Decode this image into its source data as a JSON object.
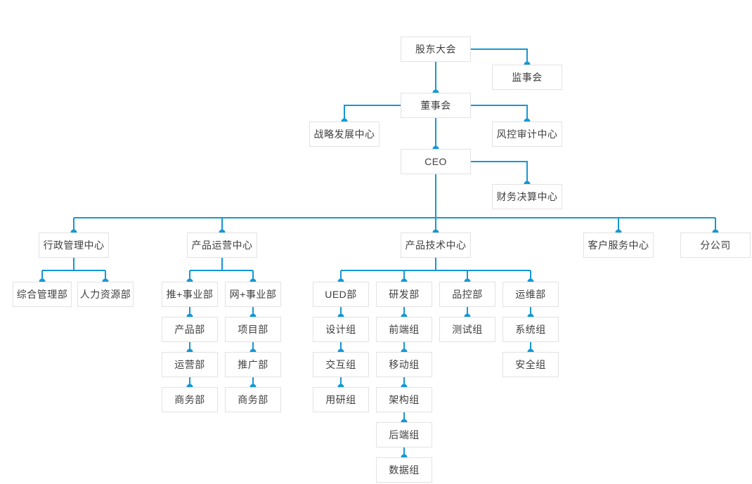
{
  "diagram": {
    "type": "org-chart",
    "colors": {
      "line": "#1697d4",
      "dot": "#1697d4",
      "node_border": "#e2e2e2",
      "node_background": "#ffffff",
      "text": "#3f3f3f",
      "background": "#ffffff"
    },
    "nodes": {
      "shareholders_meeting": {
        "label": "股东大会"
      },
      "supervisory_board": {
        "label": "监事会"
      },
      "board_of_directors": {
        "label": "董事会"
      },
      "strategy_center": {
        "label": "战略发展中心"
      },
      "risk_audit_center": {
        "label": "风控审计中心"
      },
      "ceo": {
        "label": "CEO"
      },
      "finance_center": {
        "label": "财务决算中心"
      },
      "admin_center": {
        "label": "行政管理中心"
      },
      "product_ops_center": {
        "label": "产品运营中心"
      },
      "product_tech_center": {
        "label": "产品技术中心"
      },
      "customer_service_center": {
        "label": "客户服务中心"
      },
      "branch_company": {
        "label": "分公司"
      },
      "general_mgmt_dept": {
        "label": "综合管理部"
      },
      "hr_dept": {
        "label": "人力资源部"
      },
      "tui_division": {
        "label": "推+事业部"
      },
      "wang_division": {
        "label": "网+事业部"
      },
      "ued_dept": {
        "label": "UED部"
      },
      "rd_dept": {
        "label": "研发部"
      },
      "qc_dept": {
        "label": "品控部"
      },
      "ops_dept": {
        "label": "运维部"
      },
      "product_dept": {
        "label": "产品部"
      },
      "operation_dept": {
        "label": "运营部"
      },
      "business_dept_1": {
        "label": "商务部"
      },
      "project_dept": {
        "label": "项目部"
      },
      "promotion_dept": {
        "label": "推广部"
      },
      "business_dept_2": {
        "label": "商务部"
      },
      "design_group": {
        "label": "设计组"
      },
      "interaction_group": {
        "label": "交互组"
      },
      "user_research_group": {
        "label": "用研组"
      },
      "frontend_group": {
        "label": "前端组"
      },
      "mobile_group": {
        "label": "移动组"
      },
      "architecture_group": {
        "label": "架构组"
      },
      "backend_group": {
        "label": "后端组"
      },
      "data_group": {
        "label": "数据组"
      },
      "testing_group": {
        "label": "测试组"
      },
      "system_group": {
        "label": "系统组"
      },
      "security_group": {
        "label": "安全组"
      }
    },
    "edges": [
      [
        "shareholders_meeting",
        "supervisory_board"
      ],
      [
        "shareholders_meeting",
        "board_of_directors"
      ],
      [
        "board_of_directors",
        "strategy_center"
      ],
      [
        "board_of_directors",
        "risk_audit_center"
      ],
      [
        "board_of_directors",
        "ceo"
      ],
      [
        "ceo",
        "finance_center"
      ],
      [
        "ceo",
        "admin_center"
      ],
      [
        "ceo",
        "product_ops_center"
      ],
      [
        "ceo",
        "product_tech_center"
      ],
      [
        "ceo",
        "customer_service_center"
      ],
      [
        "ceo",
        "branch_company"
      ],
      [
        "admin_center",
        "general_mgmt_dept"
      ],
      [
        "admin_center",
        "hr_dept"
      ],
      [
        "product_ops_center",
        "tui_division"
      ],
      [
        "product_ops_center",
        "wang_division"
      ],
      [
        "tui_division",
        "product_dept"
      ],
      [
        "product_dept",
        "operation_dept"
      ],
      [
        "operation_dept",
        "business_dept_1"
      ],
      [
        "wang_division",
        "project_dept"
      ],
      [
        "project_dept",
        "promotion_dept"
      ],
      [
        "promotion_dept",
        "business_dept_2"
      ],
      [
        "product_tech_center",
        "ued_dept"
      ],
      [
        "product_tech_center",
        "rd_dept"
      ],
      [
        "product_tech_center",
        "qc_dept"
      ],
      [
        "product_tech_center",
        "ops_dept"
      ],
      [
        "ued_dept",
        "design_group"
      ],
      [
        "design_group",
        "interaction_group"
      ],
      [
        "interaction_group",
        "user_research_group"
      ],
      [
        "rd_dept",
        "frontend_group"
      ],
      [
        "frontend_group",
        "mobile_group"
      ],
      [
        "mobile_group",
        "architecture_group"
      ],
      [
        "architecture_group",
        "backend_group"
      ],
      [
        "backend_group",
        "data_group"
      ],
      [
        "qc_dept",
        "testing_group"
      ],
      [
        "ops_dept",
        "system_group"
      ],
      [
        "system_group",
        "security_group"
      ]
    ]
  }
}
